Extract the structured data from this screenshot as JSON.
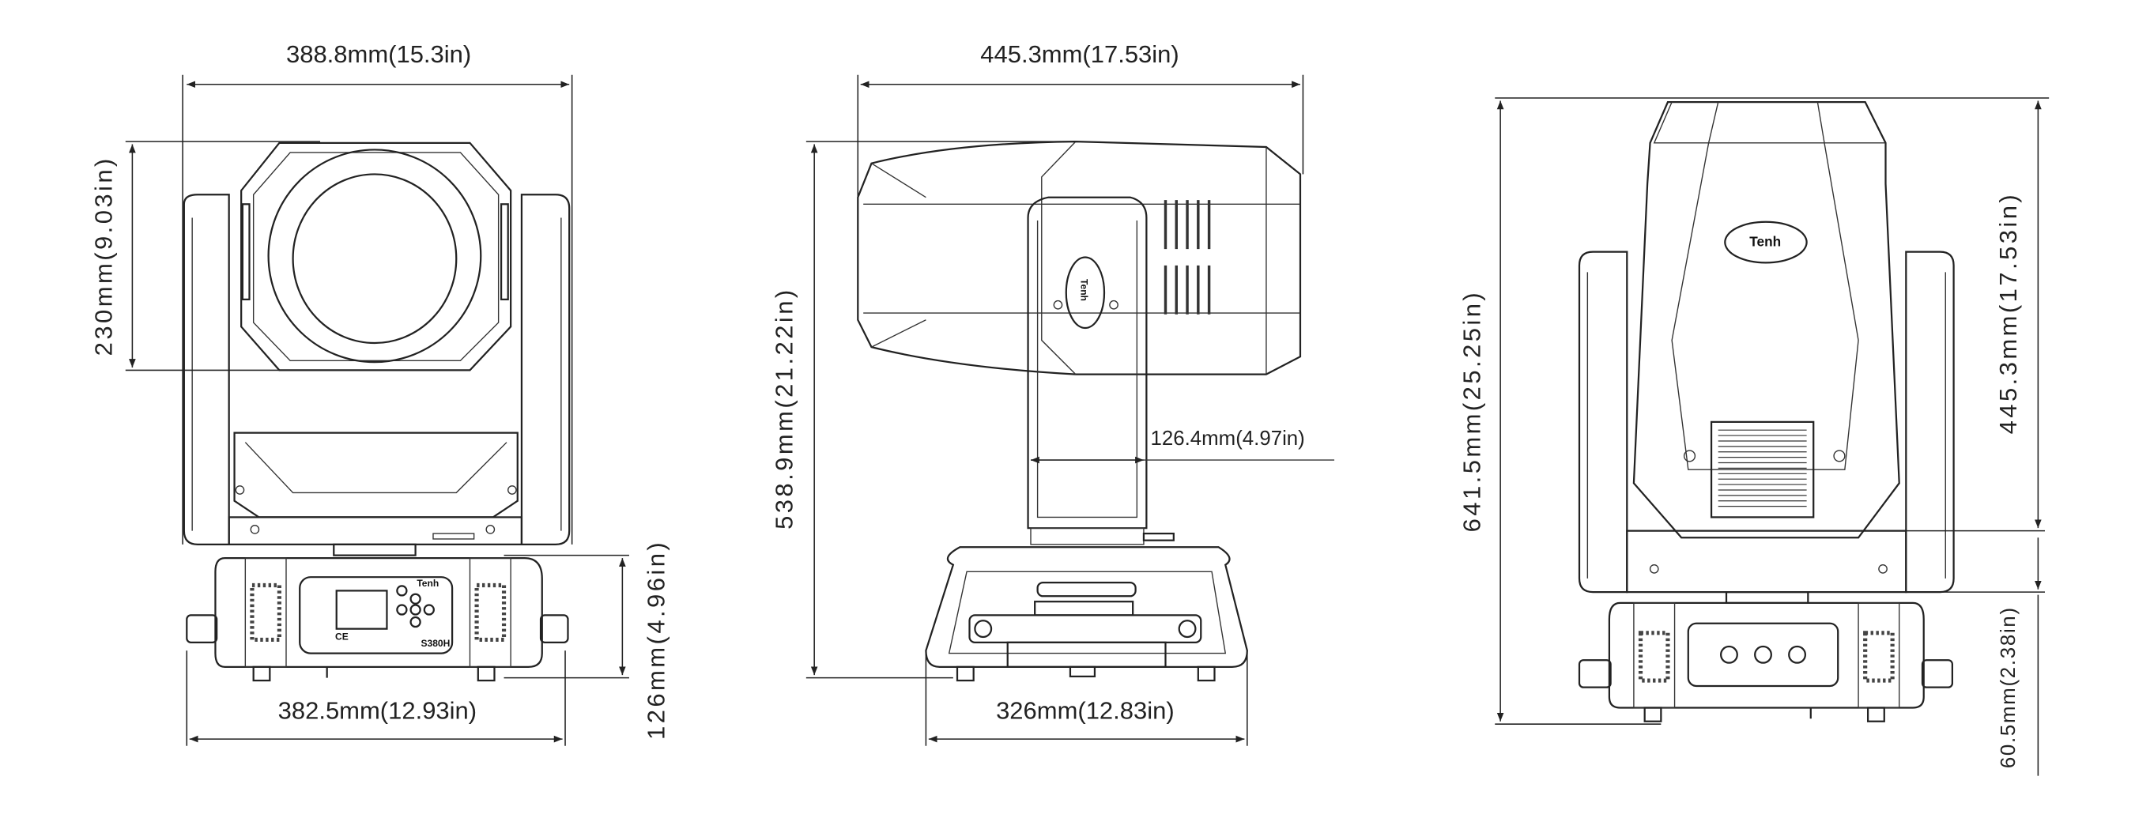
{
  "front_view": {
    "width_top": "388.8mm(15.3in)",
    "lens_height": "230mm(9.03in)",
    "base_height": "126mm(4.96in)",
    "base_width": "382.5mm(12.93in)",
    "panel_brand": "Tenh",
    "panel_model": "S380H",
    "panel_caption": "CE"
  },
  "side_view": {
    "head_length": "445.3mm(17.53in)",
    "total_height": "538.9mm(21.22in)",
    "arm_width": "126.4mm(4.97in)",
    "base_width": "326mm(12.83in)",
    "arm_logo": "Tenh"
  },
  "back_view": {
    "total_height": "641.5mm(25.25in)",
    "head_height": "445.3mm(17.53in)",
    "base_height": "60.5mm(2.38in)",
    "head_logo": "Tenh"
  }
}
